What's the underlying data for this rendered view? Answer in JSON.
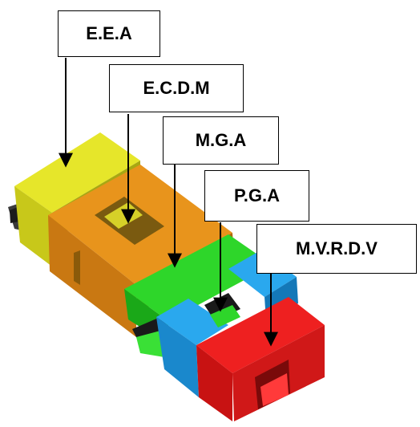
{
  "labels": [
    {
      "id": "eea",
      "text": "E.E.A"
    },
    {
      "id": "ecdm",
      "text": "E.C.D.M"
    },
    {
      "id": "mga",
      "text": "M.G.A"
    },
    {
      "id": "pga",
      "text": "P.G.A"
    },
    {
      "id": "mvrdv",
      "text": "M.V.R.D.V"
    }
  ],
  "colors": {
    "yellow": "#d8d81a",
    "orange": "#d98a16",
    "green": "#22c21c",
    "blue": "#1a98e0",
    "red": "#e01616"
  }
}
